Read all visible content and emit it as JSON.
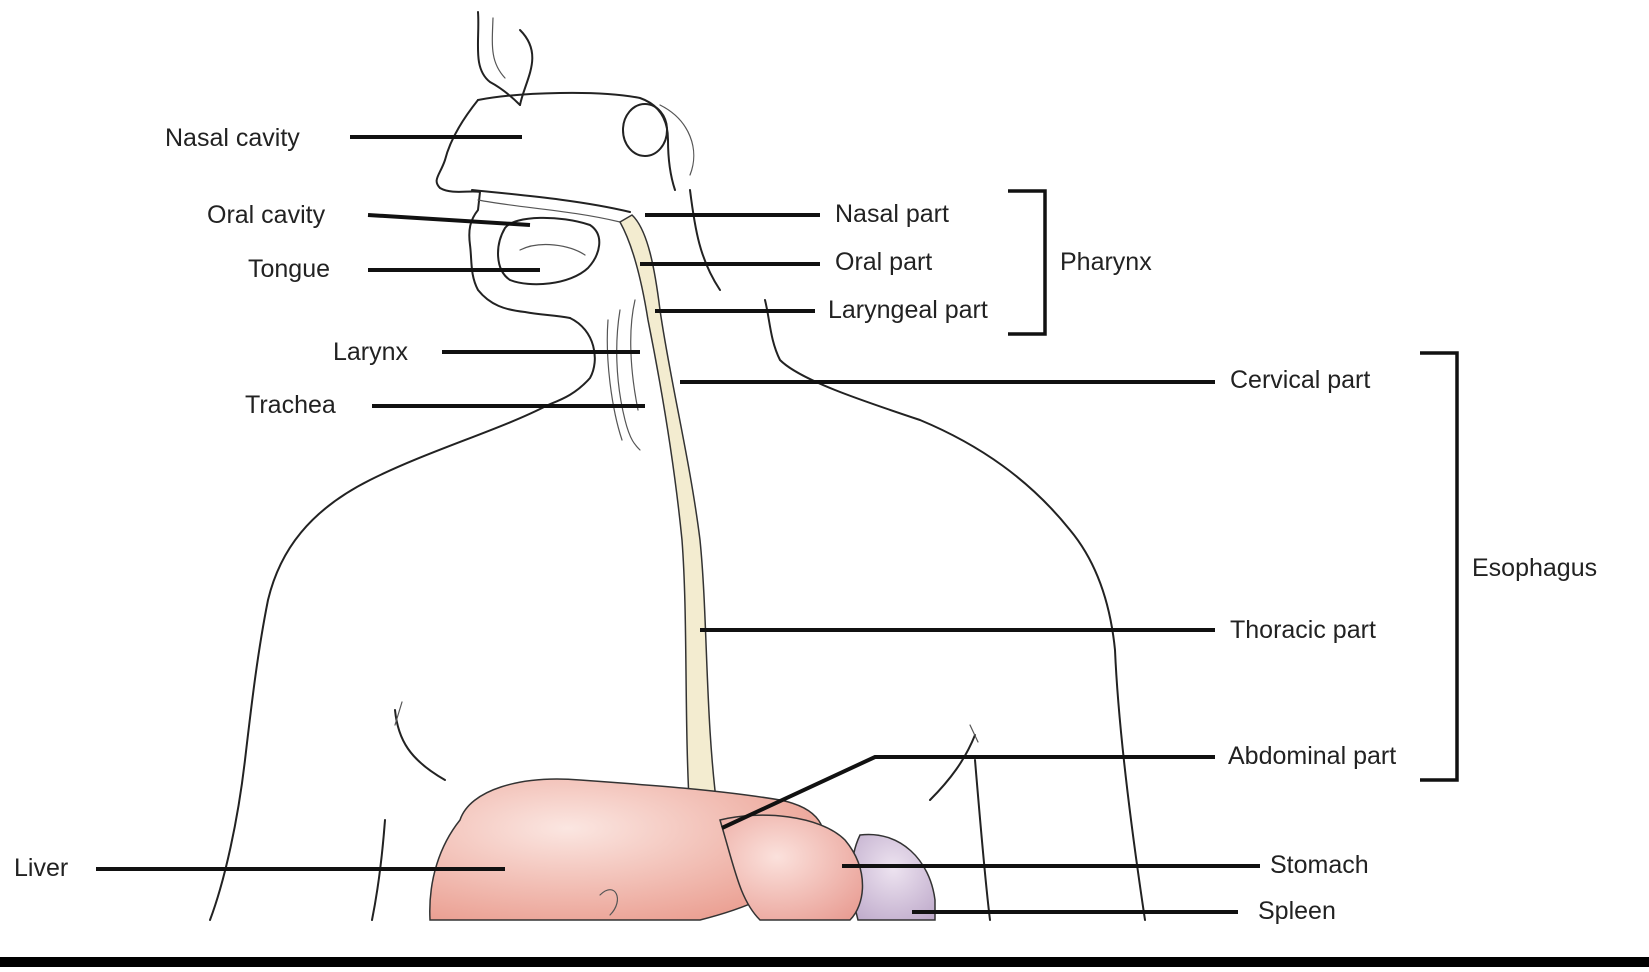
{
  "labels": {
    "nasal_cavity": "Nasal cavity",
    "oral_cavity": "Oral cavity",
    "tongue": "Tongue",
    "larynx": "Larynx",
    "trachea": "Trachea",
    "liver": "Liver",
    "nasal_part": "Nasal part",
    "oral_part": "Oral part",
    "laryngeal_part": "Laryngeal part",
    "pharynx": "Pharynx",
    "cervical_part": "Cervical part",
    "thoracic_part": "Thoracic part",
    "abdominal_part": "Abdominal part",
    "esophagus": "Esophagus",
    "stomach": "Stomach",
    "spleen": "Spleen"
  },
  "colors": {
    "esophagus_fill": "#f3ecd0",
    "liver_fill": "#f2b7ad",
    "stomach_fill": "#f2b0a6",
    "spleen_fill": "#cfbfd6",
    "line": "#111111",
    "bottom_band": "#000000"
  }
}
